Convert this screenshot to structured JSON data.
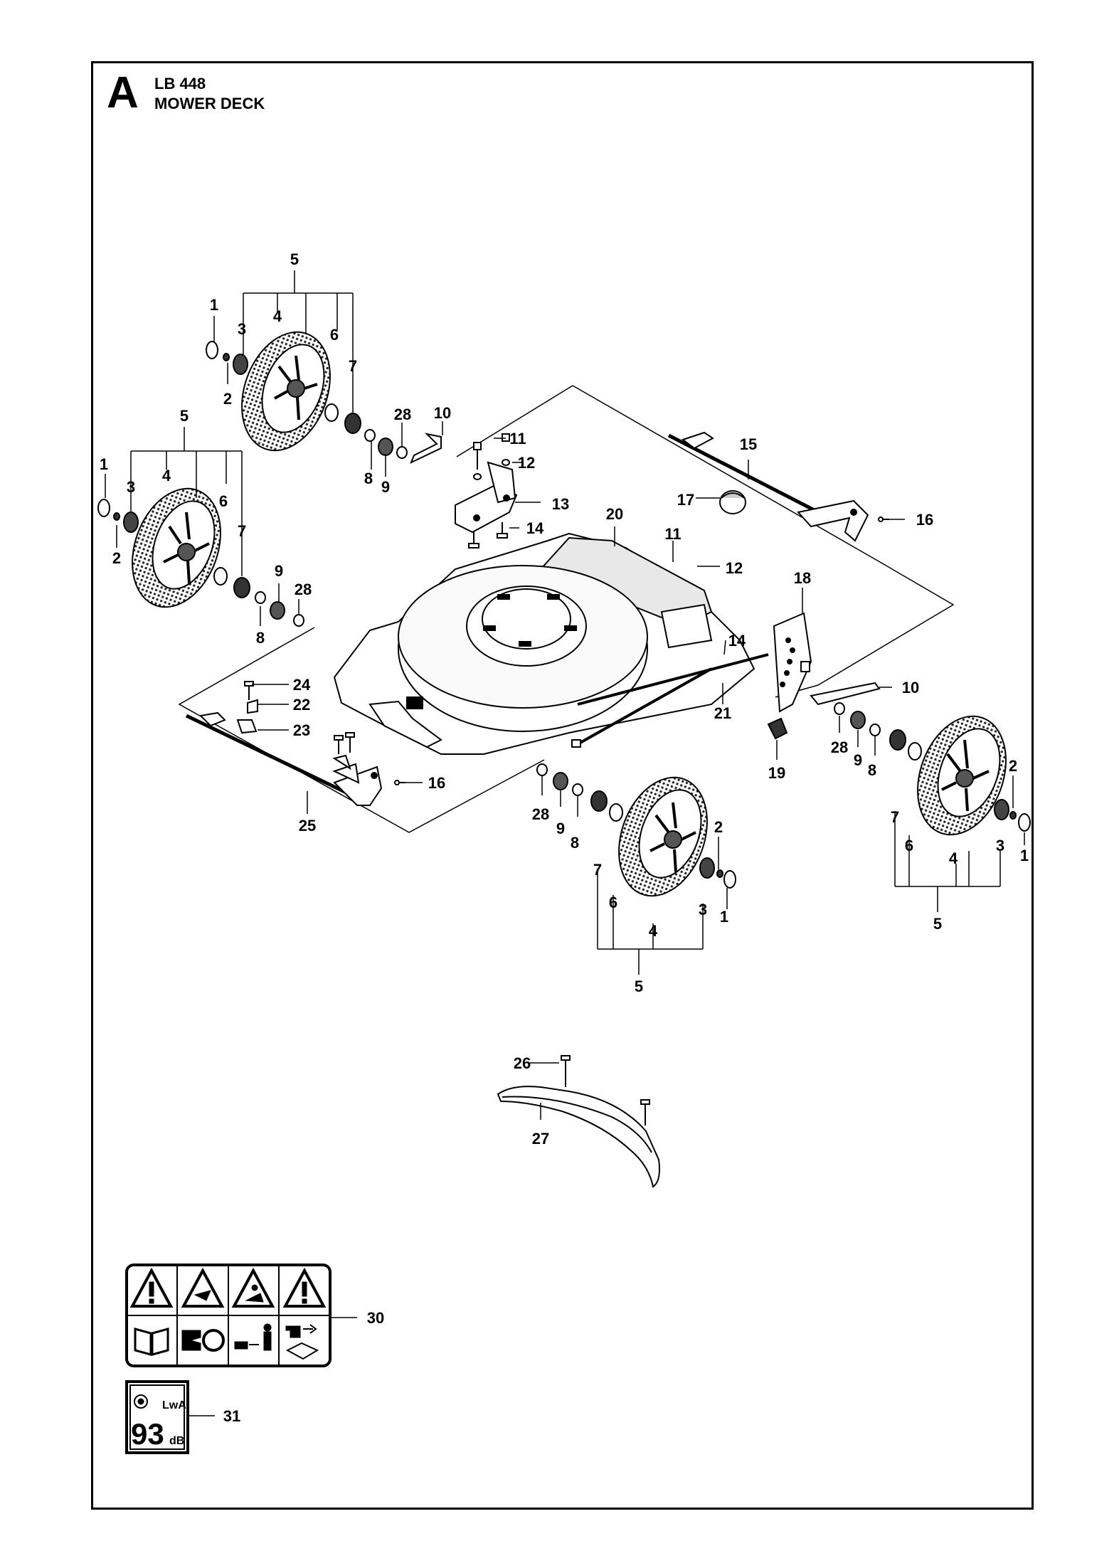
{
  "header": {
    "section_letter": "A",
    "model": "LB 448",
    "title": "MOWER DECK"
  },
  "callouts": [
    {
      "num": "5",
      "ref": "wheel-assembly-rear-left"
    },
    {
      "num": "1"
    },
    {
      "num": "3"
    },
    {
      "num": "4"
    },
    {
      "num": "6"
    },
    {
      "num": "7"
    },
    {
      "num": "2"
    },
    {
      "num": "28"
    },
    {
      "num": "10"
    },
    {
      "num": "8"
    },
    {
      "num": "9"
    },
    {
      "num": "5"
    },
    {
      "num": "1"
    },
    {
      "num": "3"
    },
    {
      "num": "4"
    },
    {
      "num": "6"
    },
    {
      "num": "7"
    },
    {
      "num": "2"
    },
    {
      "num": "9"
    },
    {
      "num": "28"
    },
    {
      "num": "8"
    },
    {
      "num": "11"
    },
    {
      "num": "12"
    },
    {
      "num": "13"
    },
    {
      "num": "14"
    },
    {
      "num": "15"
    },
    {
      "num": "17"
    },
    {
      "num": "16"
    },
    {
      "num": "20"
    },
    {
      "num": "11"
    },
    {
      "num": "12"
    },
    {
      "num": "18"
    },
    {
      "num": "14"
    },
    {
      "num": "10"
    },
    {
      "num": "21"
    },
    {
      "num": "19"
    },
    {
      "num": "24"
    },
    {
      "num": "22"
    },
    {
      "num": "23"
    },
    {
      "num": "16"
    },
    {
      "num": "25"
    },
    {
      "num": "28"
    },
    {
      "num": "9"
    },
    {
      "num": "8"
    },
    {
      "num": "2"
    },
    {
      "num": "7"
    },
    {
      "num": "6"
    },
    {
      "num": "3"
    },
    {
      "num": "1"
    },
    {
      "num": "4"
    },
    {
      "num": "5"
    },
    {
      "num": "28"
    },
    {
      "num": "9"
    },
    {
      "num": "8"
    },
    {
      "num": "2"
    },
    {
      "num": "7"
    },
    {
      "num": "6"
    },
    {
      "num": "3"
    },
    {
      "num": "1"
    },
    {
      "num": "4"
    },
    {
      "num": "5"
    },
    {
      "num": "26"
    },
    {
      "num": "27"
    },
    {
      "num": "30"
    },
    {
      "num": "31"
    }
  ],
  "decal_31": {
    "value": "93",
    "unit": "dB",
    "symbol": "LwA"
  },
  "icons": [
    "warning-triangle-icon",
    "manual-book-icon",
    "hand-blade-icon",
    "thrown-object-icon",
    "bystander-distance-icon",
    "spark-plug-icon"
  ]
}
